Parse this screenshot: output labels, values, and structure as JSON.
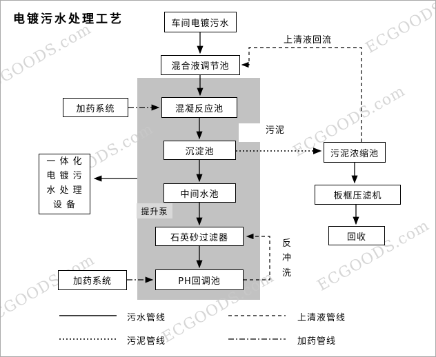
{
  "title": "电镀污水处理工艺",
  "nodes": {
    "workshop": "车间电镀污水",
    "mixing": "混合液调节池",
    "coagulation": "混凝反应池",
    "sedimentation": "沉淀池",
    "intermediate": "中间水池",
    "quartz_filter": "石英砂过滤器",
    "ph_tank": "PH回调池",
    "dosing_top": "加药系统",
    "dosing_bottom": "加药系统",
    "equipment": "一 体 化\n电 镀 污\n水 处 理\n设 备",
    "sludge_thickener": "污泥浓缩池",
    "filter_press": "板框压滤机",
    "recycle": "回收"
  },
  "labels": {
    "supernatant_reflux": "上清液回流",
    "sludge": "污泥",
    "lift_pump": "提升泵",
    "backwash": "反\n冲\n洗"
  },
  "legend": {
    "sewage": "污水管线",
    "sludge": "污泥管线",
    "supernatant": "上清液管线",
    "dosing": "加药管线"
  },
  "watermark": "ECGOODS.com",
  "colors": {
    "region_gray": "#c2c2c2",
    "pump_gray": "#d9d9d9",
    "line_black": "#000000",
    "watermark_gray": "#c9c9c9"
  }
}
